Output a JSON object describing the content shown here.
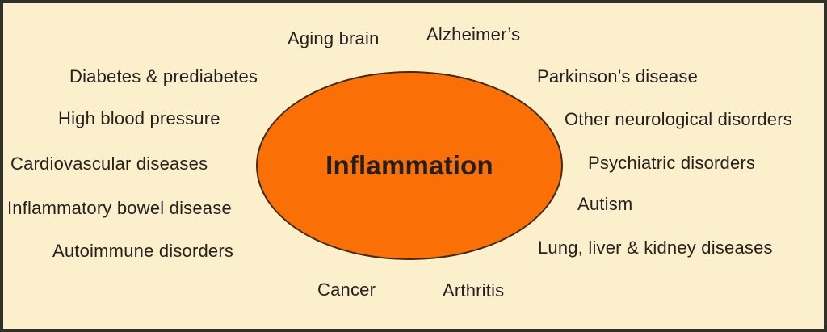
{
  "center": {
    "label": "Inflammation"
  },
  "labels": [
    {
      "text": "Aging brain"
    },
    {
      "text": "Alzheimer’s"
    },
    {
      "text": "Diabetes & prediabetes"
    },
    {
      "text": "Parkinson’s disease"
    },
    {
      "text": "High blood pressure"
    },
    {
      "text": "Other neurological disorders"
    },
    {
      "text": "Cardiovascular diseases"
    },
    {
      "text": "Psychiatric disorders"
    },
    {
      "text": "Inflammatory bowel disease"
    },
    {
      "text": "Autism"
    },
    {
      "text": "Autoimmune disorders"
    },
    {
      "text": "Lung, liver & kidney diseases"
    },
    {
      "text": "Cancer"
    },
    {
      "text": "Arthritis"
    }
  ],
  "colors": {
    "background": "#FBF0CB",
    "ellipse_fill": "#FA7007",
    "ellipse_stroke": "#452B0D",
    "text": "#26211E",
    "frame": "#302F28"
  }
}
